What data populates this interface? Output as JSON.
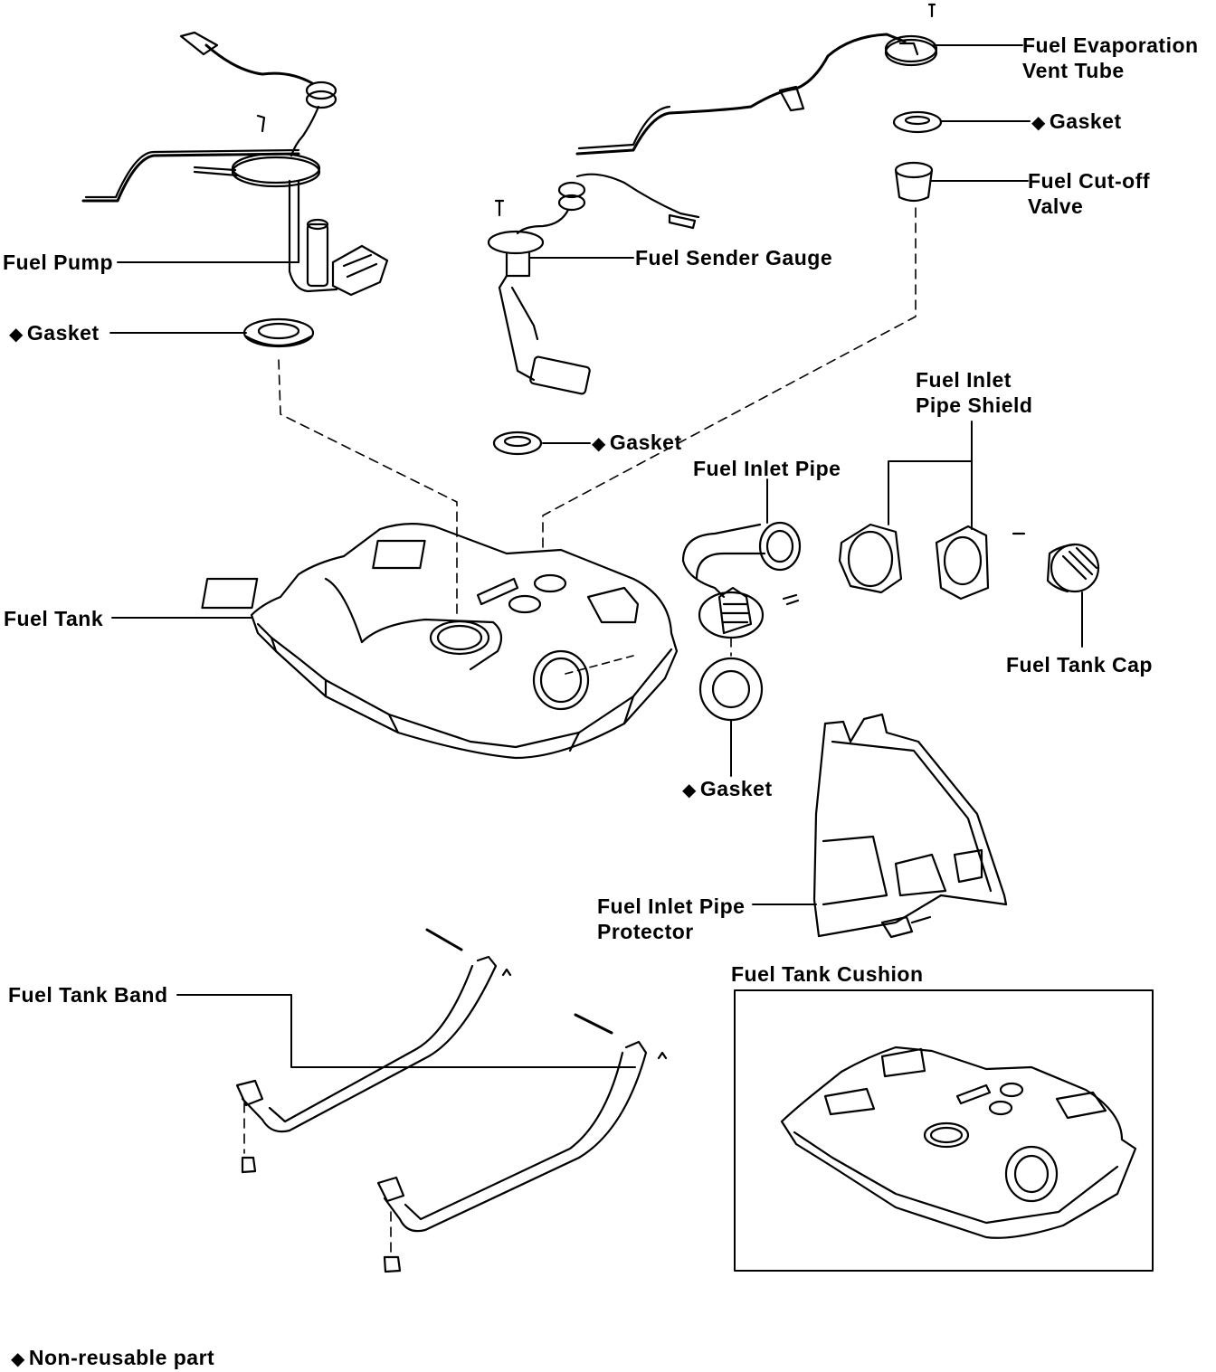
{
  "labels": {
    "fuel_evaporation_vent_tube": [
      "Fuel Evaporation",
      "Vent Tube"
    ],
    "gasket_vent": "Gasket",
    "fuel_cutoff_valve": [
      "Fuel Cut-off",
      "Valve"
    ],
    "fuel_pump": "Fuel Pump",
    "fuel_sender_gauge": "Fuel Sender Gauge",
    "gasket_pump": "Gasket",
    "gasket_sender": "Gasket",
    "fuel_inlet_pipe_shield": [
      "Fuel Inlet",
      "Pipe Shield"
    ],
    "fuel_inlet_pipe": "Fuel Inlet Pipe",
    "fuel_tank": "Fuel Tank",
    "fuel_tank_cap": "Fuel Tank Cap",
    "gasket_inlet": "Gasket",
    "fuel_inlet_pipe_protector": [
      "Fuel Inlet Pipe",
      "Protector"
    ],
    "fuel_tank_cushion": "Fuel Tank Cushion",
    "fuel_tank_band": "Fuel Tank Band",
    "legend": "Non-reusable part"
  },
  "symbols": {
    "non_reusable_marker": "◆"
  },
  "colors": {
    "ink": "#000000",
    "paper": "#ffffff"
  }
}
